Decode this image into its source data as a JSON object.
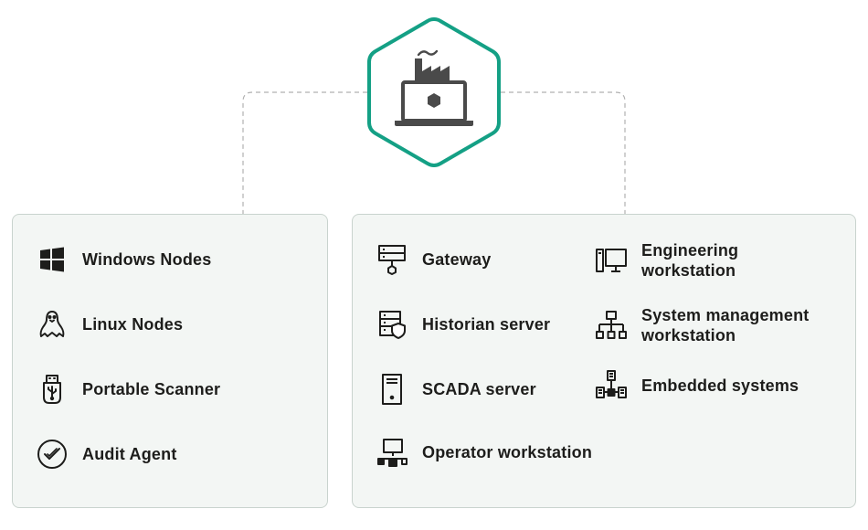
{
  "colors": {
    "accent": "#14a085",
    "icon": "#1d1d1b",
    "panel_bg": "#f3f6f4",
    "panel_border": "#c9d3ce",
    "connector": "#b0b0b0",
    "hub_icon": "#4a4a4a"
  },
  "hub": {
    "icon": "factory-laptop-icon"
  },
  "left_panel": {
    "items": [
      {
        "label": "Windows Nodes",
        "icon": "windows-logo-icon"
      },
      {
        "label": "Linux Nodes",
        "icon": "linux-penguin-icon"
      },
      {
        "label": "Portable Scanner",
        "icon": "usb-stick-icon"
      },
      {
        "label": "Audit Agent",
        "icon": "checkmark-circle-icon"
      }
    ]
  },
  "right_panel": {
    "col1": [
      {
        "label": "Gateway",
        "icon": "gateway-icon"
      },
      {
        "label": "Historian server",
        "icon": "historian-server-icon"
      },
      {
        "label": "SCADA server",
        "icon": "scada-server-icon"
      },
      {
        "label": "Operator workstation",
        "icon": "operator-workstation-icon"
      }
    ],
    "col2": [
      {
        "label": "Engineering workstation",
        "icon": "engineering-workstation-icon"
      },
      {
        "label": "System management workstation",
        "icon": "system-management-icon"
      },
      {
        "label": "Embedded systems",
        "icon": "embedded-systems-icon"
      }
    ]
  }
}
